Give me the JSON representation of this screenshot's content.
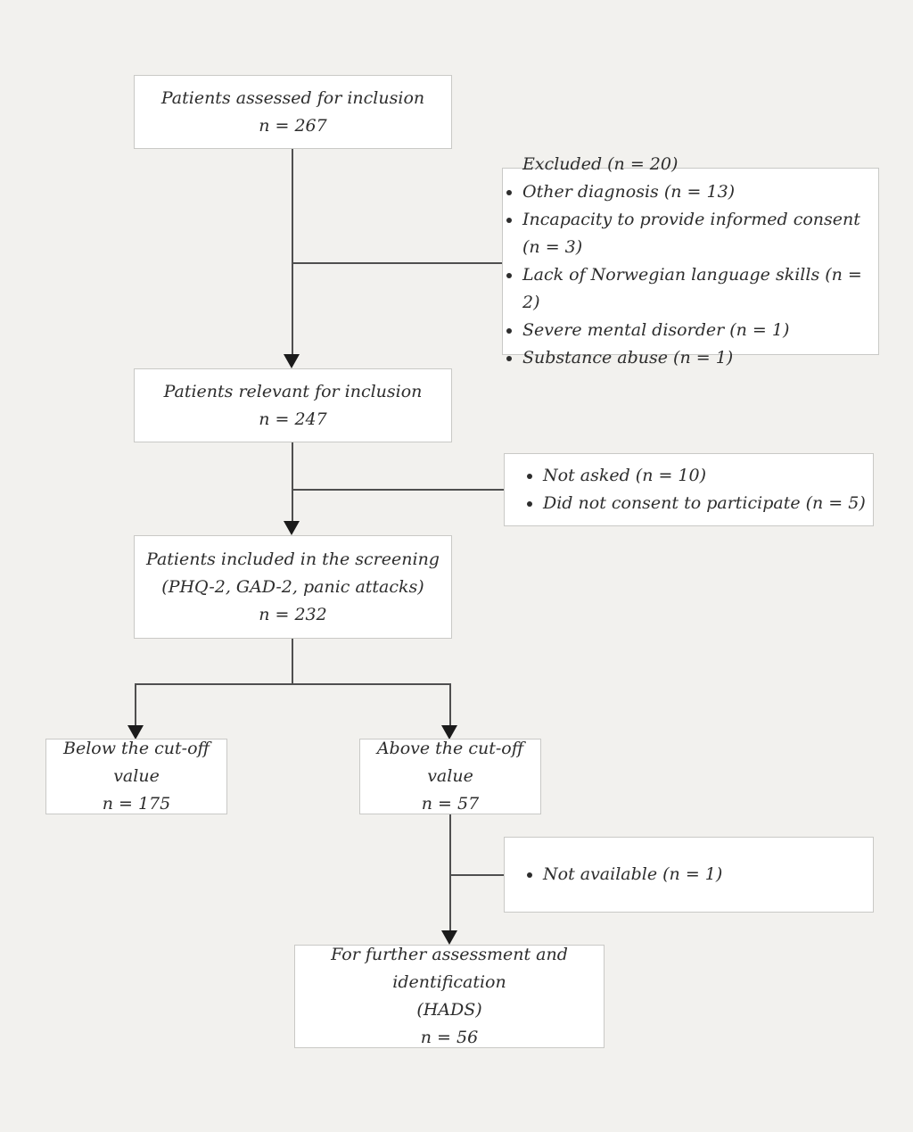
{
  "theme": {
    "bg": "#f2f1ee",
    "box_fill": "#ffffff",
    "box_border": "#c9c9c6",
    "line": "#4f4f4f",
    "arrow": "#1b1b1b",
    "text": "#2d2d2d"
  },
  "nodes": {
    "assessed": {
      "lines": [
        "Patients assessed for inclusion",
        "n = 267"
      ]
    },
    "excluded": {
      "heading": "Excluded (n = 20)",
      "bullets": [
        "Other diagnosis (n = 13)",
        "Incapacity to provide informed consent (n = 3)",
        "Lack of Norwegian language skills (n = 2)",
        "Severe mental disorder (n = 1)",
        "Substance abuse (n = 1)"
      ]
    },
    "relevant": {
      "lines": [
        "Patients relevant for inclusion",
        "n = 247"
      ]
    },
    "not_asked": {
      "bullets": [
        "Not asked (n = 10)",
        "Did not consent to participate (n = 5)"
      ]
    },
    "screening": {
      "lines": [
        "Patients included in the screening",
        "(PHQ-2, GAD-2, panic attacks)",
        "n = 232"
      ]
    },
    "below_cutoff": {
      "lines": [
        "Below the cut-off value",
        "n = 175"
      ]
    },
    "above_cutoff": {
      "lines": [
        "Above the cut-off value",
        "n = 57"
      ]
    },
    "not_available": {
      "bullets": [
        "Not available (n = 1)"
      ]
    },
    "further_assessment": {
      "lines": [
        "For further assessment and identification",
        "(HADS)",
        "n = 56"
      ]
    }
  }
}
